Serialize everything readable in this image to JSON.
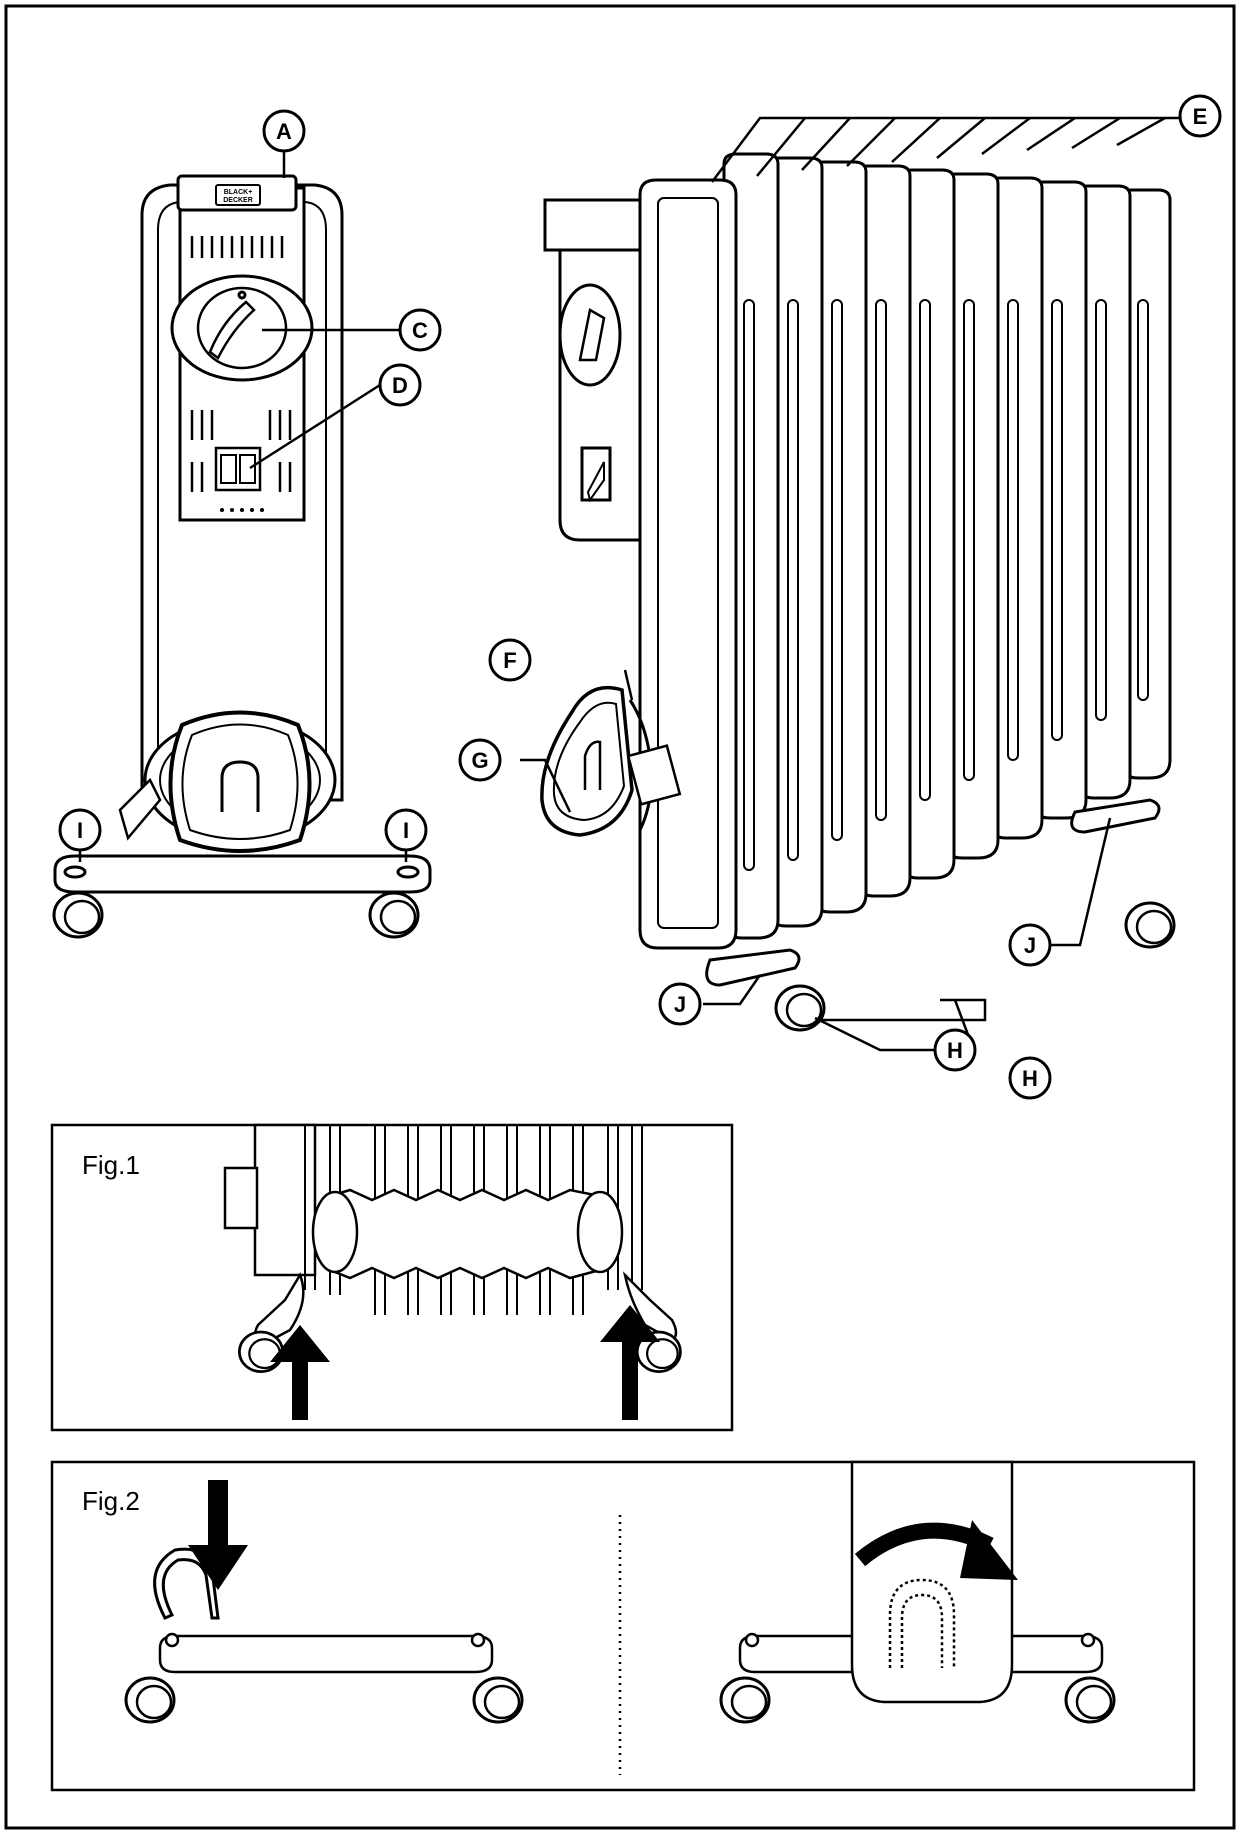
{
  "brand": {
    "line1": "BLACK+",
    "line2": "DECKER"
  },
  "callouts": {
    "A": "A",
    "C": "C",
    "D": "D",
    "E": "E",
    "F": "F",
    "G": "G",
    "H1": "H",
    "H2": "H",
    "I1": "I",
    "I2": "I",
    "J1": "J",
    "J2": "J"
  },
  "figures": {
    "fig1": {
      "label": "Fig.1"
    },
    "fig2": {
      "label": "Fig.2"
    }
  }
}
